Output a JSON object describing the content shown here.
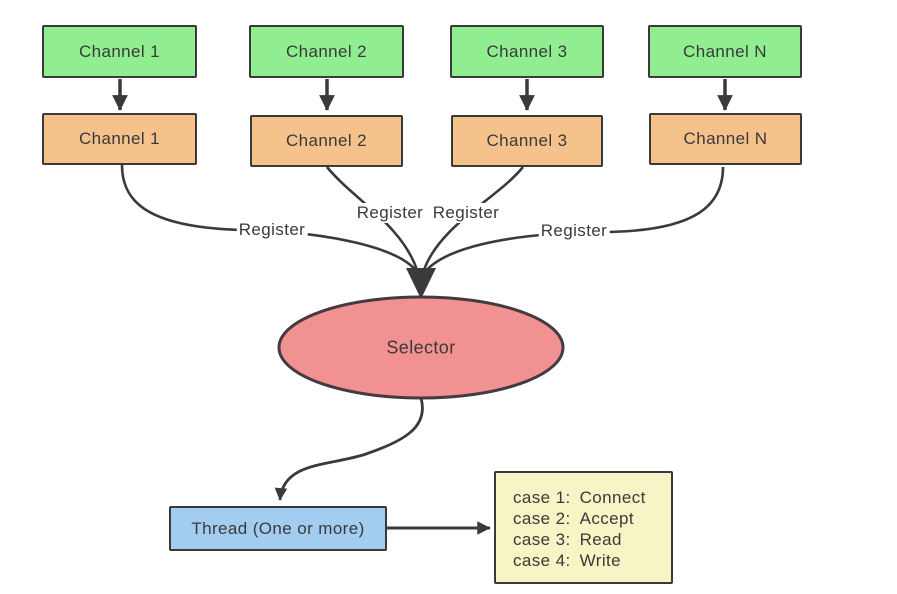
{
  "diagram": {
    "source_channels": [
      "Channel 1",
      "Channel 2",
      "Channel 3",
      "Channel N"
    ],
    "registered_channels": [
      "Channel 1",
      "Channel 2",
      "Channel 3",
      "Channel N"
    ],
    "register_labels": [
      "Register",
      "Register",
      "Register",
      "Register"
    ],
    "selector_label": "Selector",
    "thread_label": "Thread (One or more)",
    "cases": [
      {
        "label": "case 1:",
        "action": "Connect"
      },
      {
        "label": "case 2:",
        "action": "Accept"
      },
      {
        "label": "case 3:",
        "action": "Read"
      },
      {
        "label": "case 4:",
        "action": "Write"
      }
    ]
  },
  "colors": {
    "source_channel_fill": "#90ee90",
    "registered_channel_fill": "#f5c28c",
    "selector_fill": "#f29192",
    "thread_fill": "#a3ccf1",
    "case_fill": "#f7f5c6",
    "line_ink": "#3a3a3a",
    "text_ink": "#3a3a3a"
  }
}
